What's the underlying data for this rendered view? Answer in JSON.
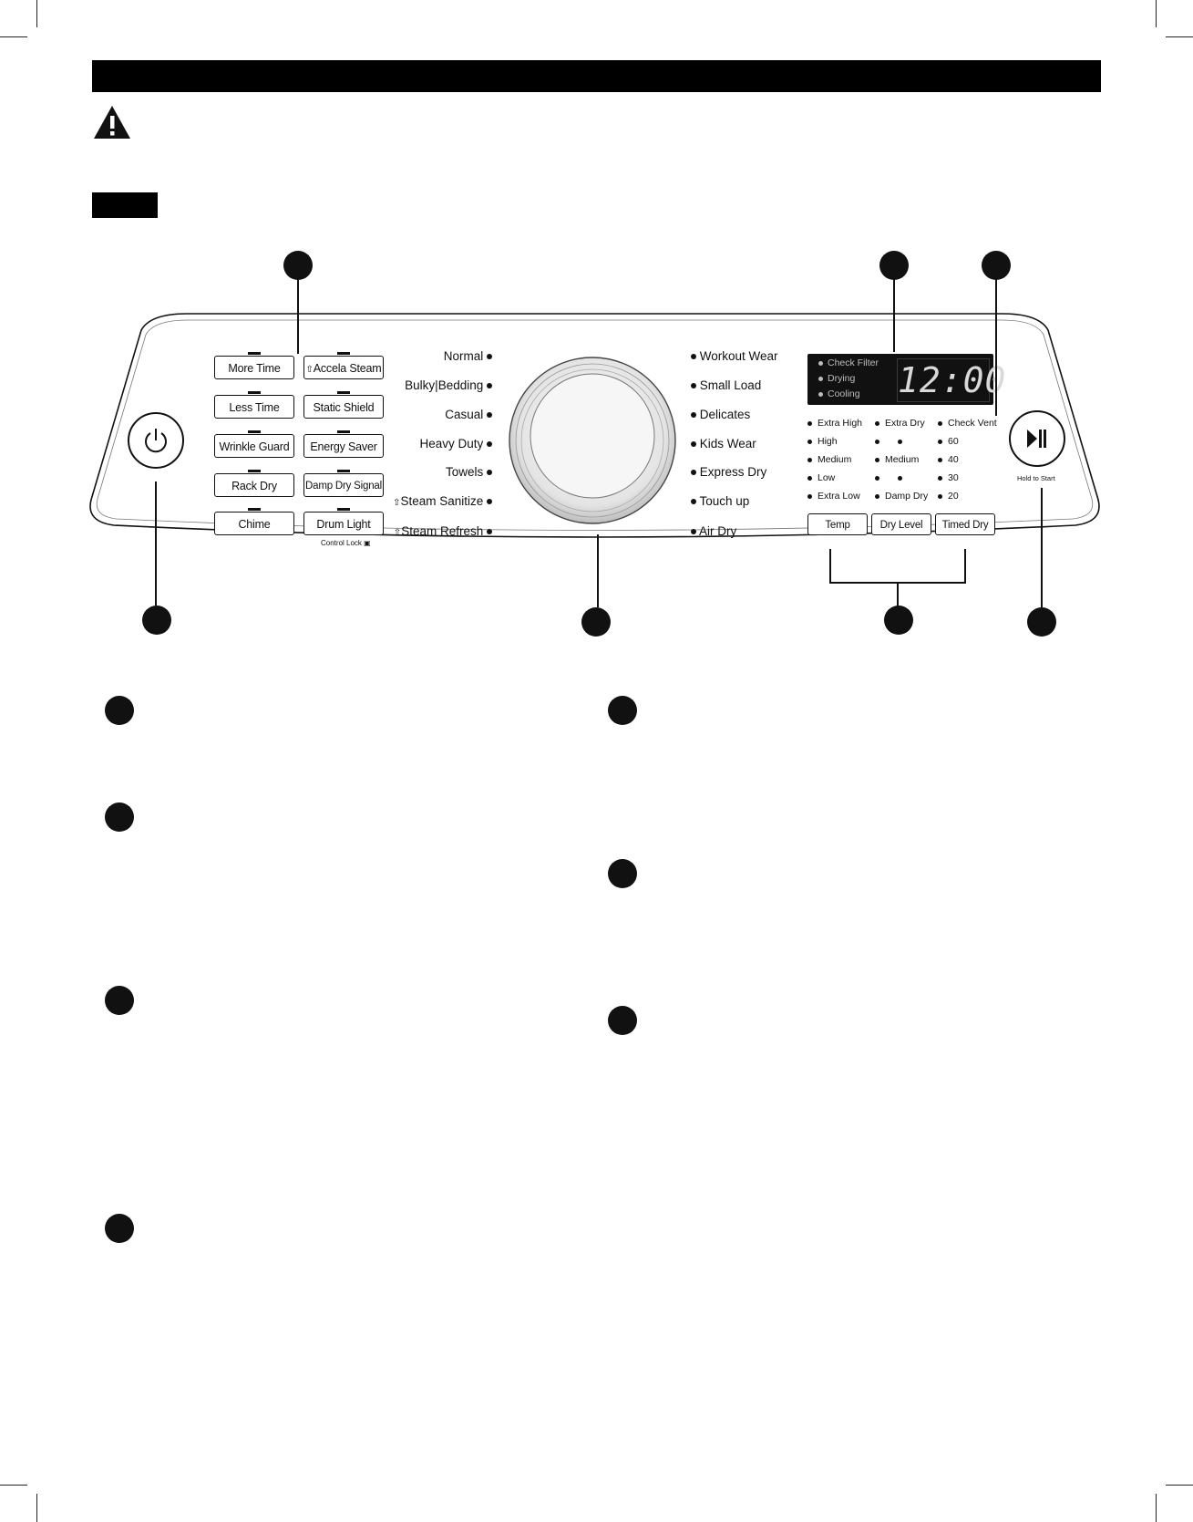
{
  "panel": {
    "option_buttons_left": [
      {
        "label": "More Time"
      },
      {
        "label": "Less Time"
      },
      {
        "label": "Wrinkle Guard"
      },
      {
        "label": "Rack Dry"
      },
      {
        "label": "Chime"
      }
    ],
    "option_buttons_right": [
      {
        "label": "Accela Steam",
        "icon": "steam-icon"
      },
      {
        "label": "Static Shield"
      },
      {
        "label": "Energy Saver"
      },
      {
        "label": "Damp Dry Signal"
      },
      {
        "label": "Drum Light"
      }
    ],
    "control_lock_label": "Control Lock",
    "cycles_left": [
      "Normal",
      "Bulky|Bedding",
      "Casual",
      "Heavy Duty",
      "Towels",
      "Steam Sanitize",
      "Steam Refresh"
    ],
    "cycles_right": [
      "Workout Wear",
      "Small Load",
      "Delicates",
      "Kids Wear",
      "Express Dry",
      "Touch up",
      "Air Dry"
    ],
    "display": {
      "indicators": [
        "Check Filter",
        "Drying",
        "Cooling"
      ],
      "time": "12:00"
    },
    "temp_levels": [
      "Extra High",
      "High",
      "Medium",
      "Low",
      "Extra Low"
    ],
    "dry_levels": [
      "Extra Dry",
      "",
      "Medium",
      "",
      "Damp Dry"
    ],
    "timed_dry": [
      "Check Vent",
      "60",
      "40",
      "30",
      "20"
    ],
    "setting_buttons": [
      "Temp",
      "Dry Level",
      "Timed Dry"
    ],
    "start_label": "Hold to Start",
    "icons": {
      "power": "power-icon",
      "start": "play-pause-icon",
      "warning": "warning-icon",
      "lock": "lock-icon"
    }
  }
}
